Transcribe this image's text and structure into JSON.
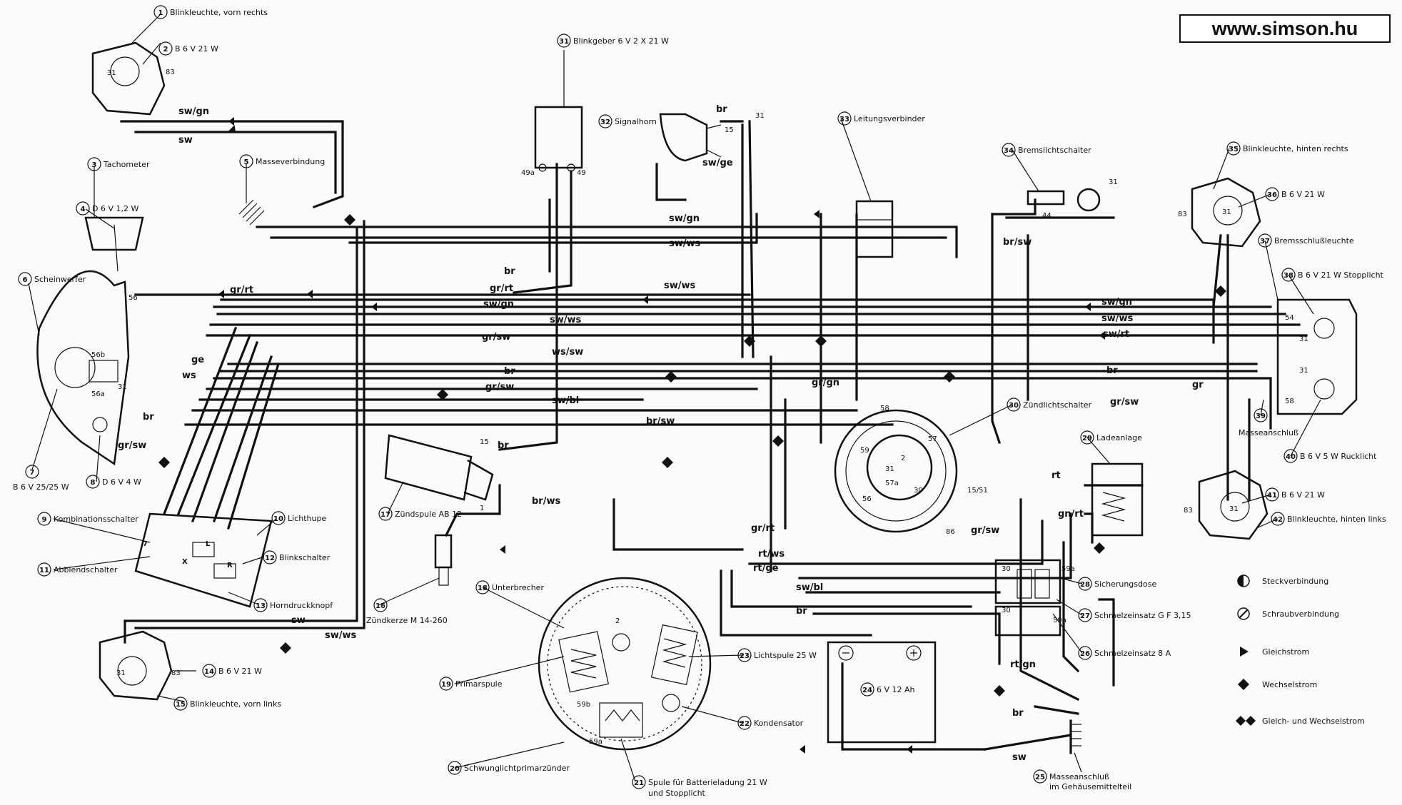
{
  "site": "www.simson.hu",
  "components": [
    {
      "n": "1",
      "label": "Blinkleuchte, vorn rechts"
    },
    {
      "n": "2",
      "label": "B 6 V 21 W"
    },
    {
      "n": "3",
      "label": "Tachometer"
    },
    {
      "n": "4",
      "label": "D 6 V 1,2 W"
    },
    {
      "n": "5",
      "label": "Masseverbindung"
    },
    {
      "n": "6",
      "label": "Scheinwerfer"
    },
    {
      "n": "7",
      "label": "B 6 V 25/25 W"
    },
    {
      "n": "8",
      "label": "D 6 V 4 W"
    },
    {
      "n": "9",
      "label": "Kombinationsschalter"
    },
    {
      "n": "10",
      "label": "Lichthupe"
    },
    {
      "n": "11",
      "label": "Abblendschalter"
    },
    {
      "n": "12",
      "label": "Blinkschalter"
    },
    {
      "n": "13",
      "label": "Horndruckknopf"
    },
    {
      "n": "14",
      "label": "B 6 V 21 W"
    },
    {
      "n": "15",
      "label": "Blinkleuchte, vorn links"
    },
    {
      "n": "16",
      "label": "Zündkerze M 14-260"
    },
    {
      "n": "17",
      "label": "Zündspule AB 12"
    },
    {
      "n": "18",
      "label": "Unterbrecher"
    },
    {
      "n": "19",
      "label": "Primarspule"
    },
    {
      "n": "20",
      "label": "Schwunglichtprimarzünder"
    },
    {
      "n": "21",
      "label": "Spule für Batterieladung 21 W",
      "label2": "und Stopplicht"
    },
    {
      "n": "22",
      "label": "Kondensator"
    },
    {
      "n": "23",
      "label": "Lichtspule 25 W"
    },
    {
      "n": "24",
      "label": "6 V 12 Ah"
    },
    {
      "n": "25",
      "label": "Masseanschluß",
      "label2": "im Gehäusemittelteil"
    },
    {
      "n": "26",
      "label": "Schmelzeinsatz 8 A"
    },
    {
      "n": "27",
      "label": "Schmelzeinsatz G F 3,15"
    },
    {
      "n": "28",
      "label": "Sicherungsdose"
    },
    {
      "n": "29",
      "label": "Ladeanlage"
    },
    {
      "n": "30",
      "label": "Zündlichtschalter"
    },
    {
      "n": "31",
      "label": "Blinkgeber 6 V 2 X 21 W"
    },
    {
      "n": "32",
      "label": "Signalhorn"
    },
    {
      "n": "33",
      "label": "Leitungsverbinder"
    },
    {
      "n": "34",
      "label": "Bremslichtschalter"
    },
    {
      "n": "35",
      "label": "Blinkleuchte, hinten rechts"
    },
    {
      "n": "36",
      "label": "B 6 V 21 W"
    },
    {
      "n": "37",
      "label": "Bremsschlußleuchte"
    },
    {
      "n": "38",
      "label": "B 6 V 21 W Stopplicht"
    },
    {
      "n": "39",
      "label": "Masseanschluß"
    },
    {
      "n": "40",
      "label": "B 6 V 5 W Rucklicht"
    },
    {
      "n": "41",
      "label": "B 6 V 21 W"
    },
    {
      "n": "42",
      "label": "Blinkleuchte, hinten links"
    }
  ],
  "legend": [
    {
      "icon": "half-filled-circle-icon",
      "label": "Steckverbindung"
    },
    {
      "icon": "slashed-circle-icon",
      "label": "Schraubverbindung"
    },
    {
      "icon": "triangle-icon",
      "label": "Gleichstrom"
    },
    {
      "icon": "diamond-icon",
      "label": "Wechselstrom"
    },
    {
      "icon": "double-diamond-icon",
      "label": "Gleich- und Wechselstrom"
    }
  ],
  "wire_labels": {
    "top_sw_gn": "sw/gn",
    "top_sw": "sw",
    "gr_rt_left": "gr/rt",
    "br_1": "br",
    "gr_rt_mid": "gr/rt",
    "sw_gn_mid": "sw/gn",
    "sw_ws_mid": "sw/ws",
    "gr_sw_mid": "gr/sw",
    "ws_sw": "ws/sw",
    "br_2": "br",
    "gr_sw_2": "gr/sw",
    "sw_bl": "sw/bl",
    "ge": "ge",
    "ws_left": "ws",
    "br_left": "br",
    "gr_sw_left": "gr/sw",
    "br_horn": "br",
    "sw_ge_horn": "sw/ge",
    "sw_gn_upper": "sw/gn",
    "sw_ws_upper": "sw/ws",
    "sw_ws_upper2": "sw/ws",
    "br_sw_34": "br/sw",
    "sw_gn_right": "sw/gn",
    "sw_ws_right": "sw/ws",
    "sw_rt_right": "sw/rt",
    "br_right": "br",
    "gr_sw_right": "gr/sw",
    "gr_right": "gr",
    "gr_gn_center": "gr/gn",
    "br_sw_center": "br/sw",
    "br_ws": "br/ws",
    "br_coil": "br",
    "gr_rt_low": "gr/rt",
    "rt_ws": "rt/ws",
    "rt_ge": "rt/ge",
    "sw_bl_low": "sw/bl",
    "br_low": "br",
    "gr_sw_low": "gr/sw",
    "rt_29": "rt",
    "gn_rt_29": "gn/rt",
    "rt_gn": "rt/gn",
    "br_ground": "br",
    "sw_ground": "sw",
    "sw_left_low": "sw",
    "sw_ws_left_low": "sw/ws"
  },
  "pins": {
    "p31a": "31",
    "p83a": "83",
    "p56": "56",
    "p56b": "56b",
    "p56a": "56a",
    "p31b": "31",
    "p15c": "15",
    "p1c": "1",
    "p49a": "49a",
    "p49": "49",
    "p15h": "15",
    "p31h": "31",
    "p31s": "31",
    "p44": "44",
    "p58": "58",
    "p59": "59",
    "p57": "57",
    "p2": "2",
    "p31z": "31",
    "p57a": "57a",
    "p30z": "30",
    "p56z": "56",
    "p15_51": "15/51",
    "p86": "86",
    "p30f": "30",
    "p59a": "59a",
    "p30f2": "30",
    "p59a2": "59a",
    "p83r": "83",
    "p31r": "31",
    "p54": "54",
    "p31st": "31",
    "p31st2": "31",
    "p58r": "58",
    "p83r2": "83",
    "p31r2": "31",
    "p31fl": "31",
    "p83fl": "83",
    "p2u": "2",
    "p59b": "59b",
    "p59a_u": "59a",
    "n7": "7",
    "nx": "X",
    "nL": "L",
    "nR": "R"
  }
}
